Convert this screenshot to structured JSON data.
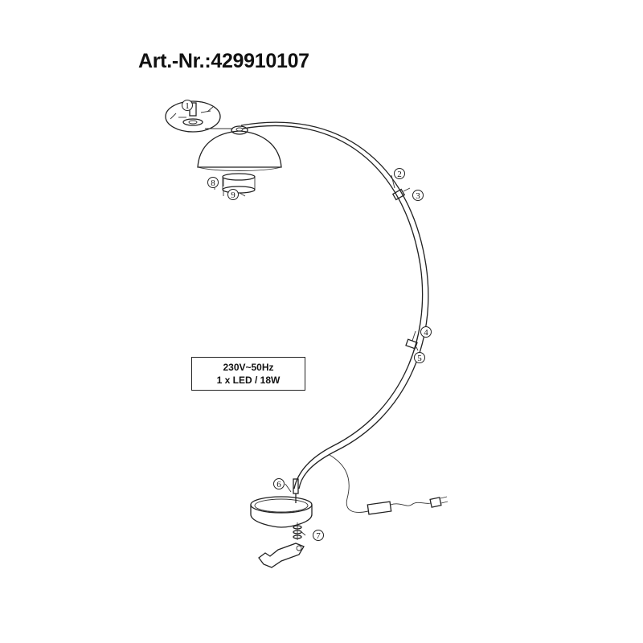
{
  "header": {
    "article_number": "Art.-Nr.:429910107"
  },
  "specs": {
    "voltage": "230V~50Hz",
    "lamp": "1 x LED / 18W"
  },
  "callouts": [
    {
      "id": "callout-1",
      "label": "1"
    },
    {
      "id": "callout-2",
      "label": "2"
    },
    {
      "id": "callout-3",
      "label": "3"
    },
    {
      "id": "callout-4",
      "label": "4"
    },
    {
      "id": "callout-5",
      "label": "5"
    },
    {
      "id": "callout-6",
      "label": "6"
    },
    {
      "id": "callout-7",
      "label": "7"
    },
    {
      "id": "callout-8",
      "label": "8"
    },
    {
      "id": "callout-9",
      "label": "9"
    }
  ]
}
